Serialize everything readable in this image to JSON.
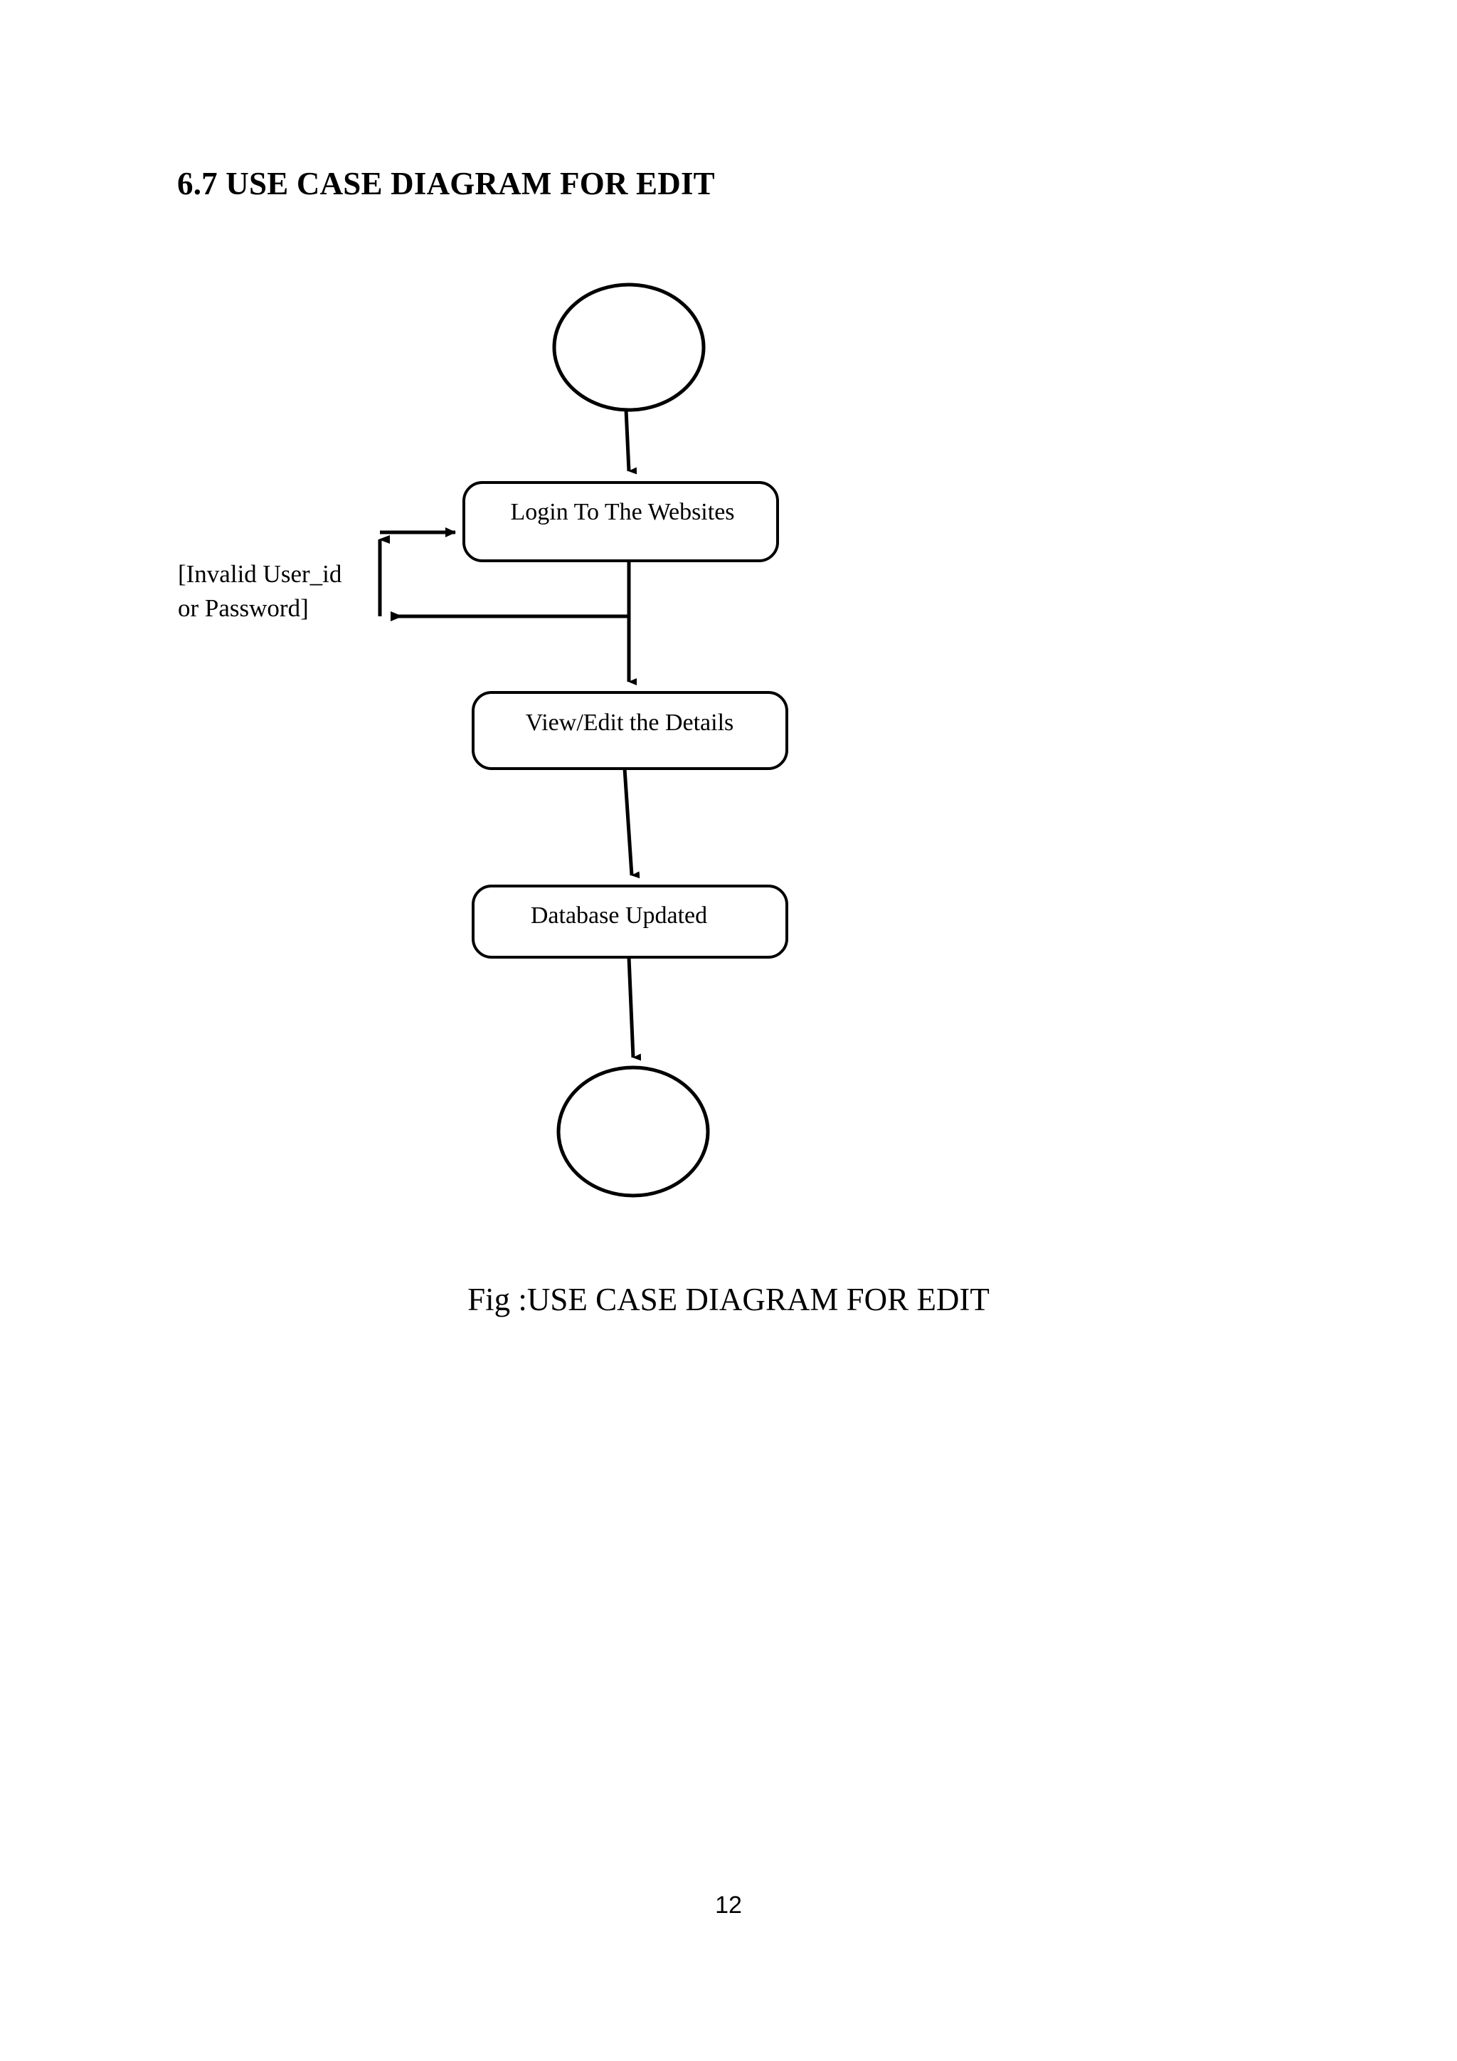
{
  "document": {
    "section_heading": "6.7 USE CASE DIAGRAM FOR EDIT",
    "figure_caption": "Fig :USE CASE DIAGRAM FOR EDIT",
    "page_number": "12"
  },
  "diagram": {
    "title": "USE CASE DIAGRAM FOR EDIT",
    "type": "activity-flowchart",
    "stroke_color": "#000000",
    "fill_color": "#ffffff",
    "nodes": [
      {
        "id": "start",
        "shape": "ellipse",
        "label": ""
      },
      {
        "id": "login",
        "shape": "rounded-rectangle",
        "label": "Login To The Websites"
      },
      {
        "id": "view_edit",
        "shape": "rounded-rectangle",
        "label": "View/Edit the Details"
      },
      {
        "id": "db_updated",
        "shape": "rounded-rectangle",
        "label": "Database Updated"
      },
      {
        "id": "end",
        "shape": "ellipse",
        "label": ""
      }
    ],
    "edges": [
      {
        "from": "start",
        "to": "login",
        "label": ""
      },
      {
        "from": "login",
        "to": "view_edit",
        "label": ""
      },
      {
        "from": "view_edit",
        "to": "db_updated",
        "label": ""
      },
      {
        "from": "db_updated",
        "to": "end",
        "label": ""
      },
      {
        "from": "login",
        "to": "login",
        "label_line1": "[Invalid User_id",
        "label_line2": "or Password]"
      }
    ],
    "guard": {
      "line1": "[Invalid User_id",
      "line2": "or Password]"
    }
  }
}
